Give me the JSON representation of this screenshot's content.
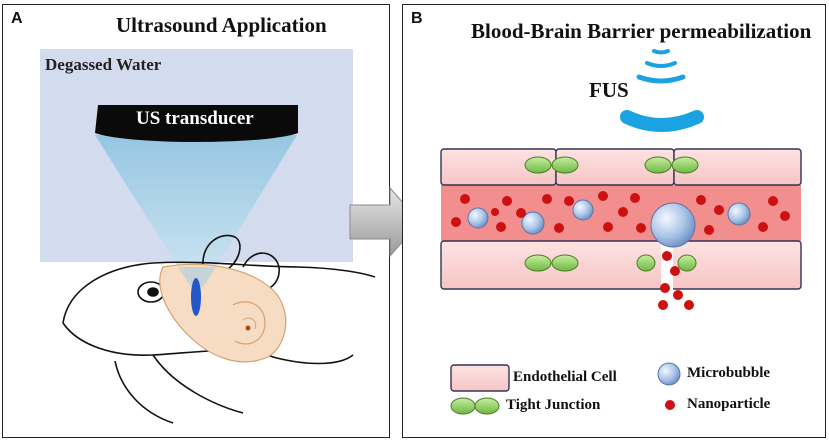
{
  "panel_a": {
    "letter": "A",
    "title": "Ultrasound Application",
    "water_label": "Degassed Water",
    "transducer_label": "US transducer"
  },
  "panel_b": {
    "letter": "B",
    "title": "Blood-Brain Barrier permeabilization",
    "fus_label": "FUS",
    "legend": {
      "endothelial_cell": "Endothelial Cell",
      "tight_junction": "Tight Junction",
      "microbubble": "Microbubble",
      "nanoparticle": "Nanoparticle"
    }
  },
  "colors": {
    "water": "#d3dcee",
    "beam": "#a6cfe6",
    "transducer": "#0a0a0a",
    "brain": "#f5dcc3",
    "cell": "#fbd4d4",
    "lumen": "#f28e8e",
    "junction": "#8ed160",
    "microbubble": "#a9c4e8",
    "nanoparticle": "#cc1111",
    "fus_waves": "#1aa3e0",
    "arrow": "#bdbdbd"
  },
  "icons": {
    "arrow": "right-arrow-icon",
    "fus": "ultrasound-wave-icon"
  }
}
